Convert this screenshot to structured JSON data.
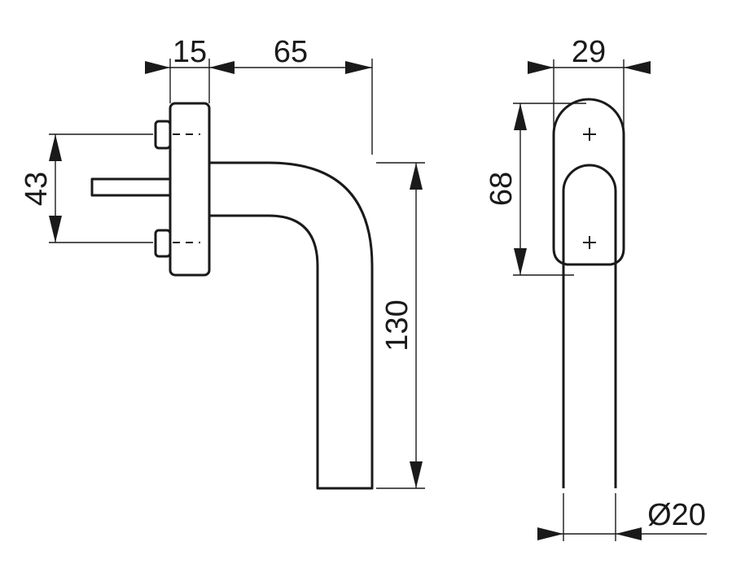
{
  "dimensions": {
    "rose_thickness": "15",
    "projection": "65",
    "screw_spacing": "43",
    "handle_length": "130",
    "rose_width": "29",
    "rose_height": "68",
    "grip_diameter": "Ø20"
  },
  "colors": {
    "line": "#1a1a1a",
    "background": "#ffffff"
  }
}
